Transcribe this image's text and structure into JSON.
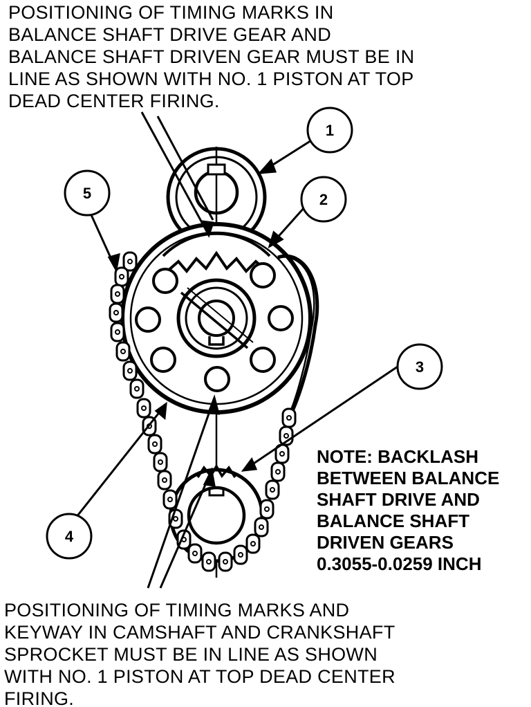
{
  "captions": {
    "top": [
      "POSITIONING OF TIMING MARKS IN",
      "BALANCE SHAFT DRIVE GEAR AND",
      "BALANCE SHAFT DRIVEN GEAR MUST BE IN",
      "LINE AS SHOWN WITH NO. 1 PISTON AT TOP",
      "DEAD CENTER FIRING."
    ],
    "bottom": [
      "POSITIONING OF TIMING MARKS AND",
      "KEYWAY IN CAMSHAFT AND CRANKSHAFT",
      "SPROCKET MUST BE IN LINE AS SHOWN",
      "WITH NO. 1 PISTON AT TOP DEAD CENTER",
      "FIRING."
    ]
  },
  "note": [
    "NOTE: BACKLASH",
    "BETWEEN BALANCE",
    "SHAFT DRIVE AND",
    "BALANCE SHAFT",
    "DRIVEN GEARS",
    "0.3055-0.0259 INCH"
  ],
  "callouts": [
    "1",
    "2",
    "3",
    "4",
    "5"
  ]
}
